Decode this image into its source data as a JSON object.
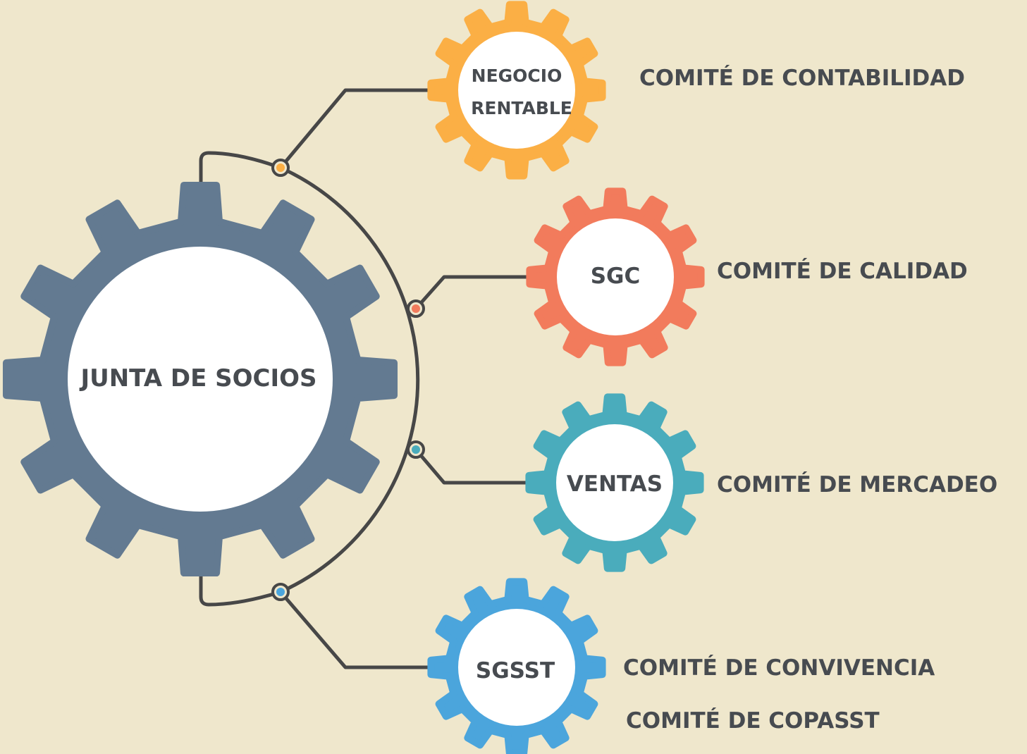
{
  "colors": {
    "background": "#efe7cc",
    "line": "#474747",
    "hub": "#637a91",
    "negocio": "#fbaf45",
    "sgc": "#f27b5c",
    "ventas": "#4aacbc",
    "sgsst": "#4ba5dc",
    "text": "#474b50"
  },
  "hub": {
    "label": "JUNTA DE SOCIOS"
  },
  "branches": [
    {
      "id": "negocio",
      "gear_label_lines": [
        "NEGOCIO",
        "RENTABLE"
      ],
      "committees": [
        "COMITÉ DE CONTABILIDAD"
      ],
      "color": "#fbaf45"
    },
    {
      "id": "sgc",
      "gear_label_lines": [
        "SGC"
      ],
      "committees": [
        "COMITÉ DE CALIDAD"
      ],
      "color": "#f27b5c"
    },
    {
      "id": "ventas",
      "gear_label_lines": [
        "VENTAS"
      ],
      "committees": [
        "COMITÉ DE MERCADEO"
      ],
      "color": "#4aacbc"
    },
    {
      "id": "sgsst",
      "gear_label_lines": [
        "SGSST"
      ],
      "committees": [
        "COMITÉ DE CONVIVENCIA",
        "COMITÉ DE COPASST"
      ],
      "color": "#4ba5dc"
    }
  ]
}
